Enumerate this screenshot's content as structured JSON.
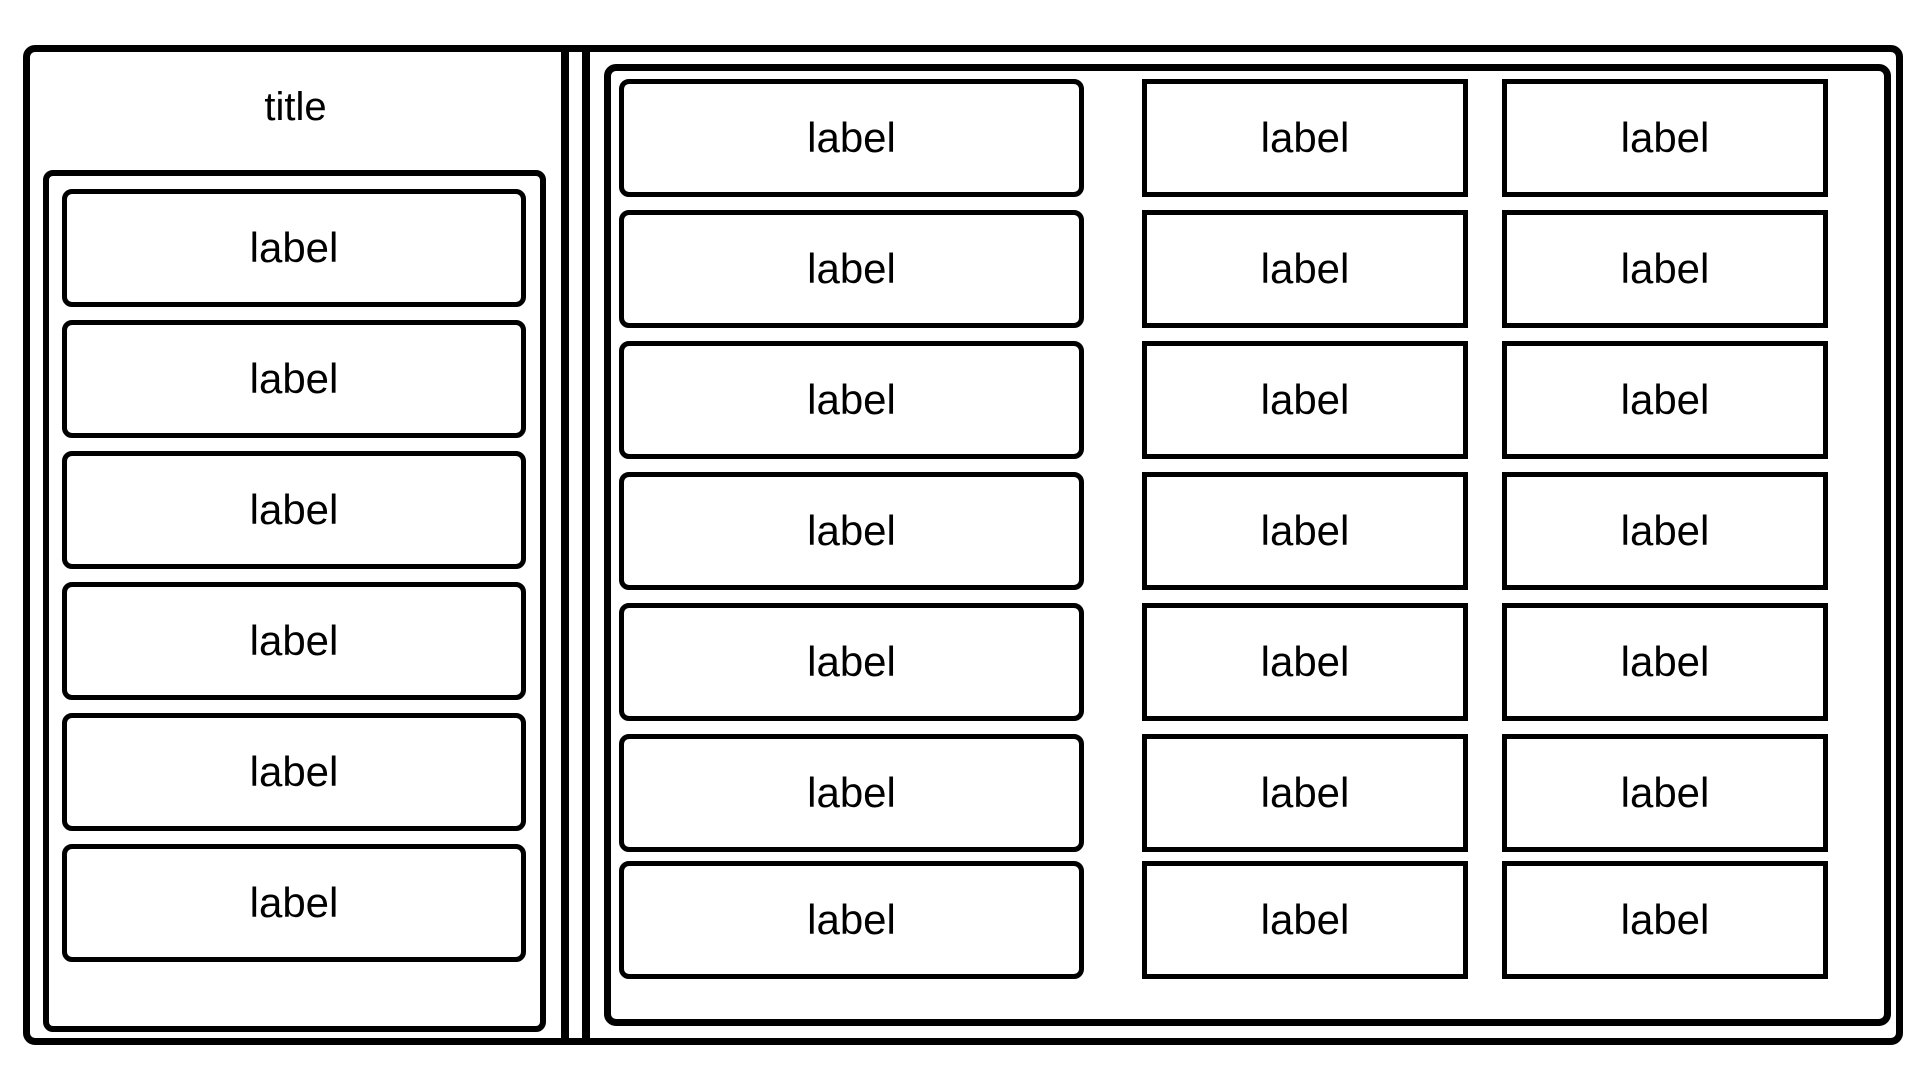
{
  "sidebar": {
    "title": "title",
    "items": [
      {
        "label": "label"
      },
      {
        "label": "label"
      },
      {
        "label": "label"
      },
      {
        "label": "label"
      },
      {
        "label": "label"
      },
      {
        "label": "label"
      }
    ]
  },
  "main": {
    "rows": [
      [
        "label",
        "label",
        "label"
      ],
      [
        "label",
        "label",
        "label"
      ],
      [
        "label",
        "label",
        "label"
      ],
      [
        "label",
        "label",
        "label"
      ],
      [
        "label",
        "label",
        "label"
      ],
      [
        "label",
        "label",
        "label"
      ],
      [
        "label",
        "label",
        "label"
      ]
    ]
  }
}
